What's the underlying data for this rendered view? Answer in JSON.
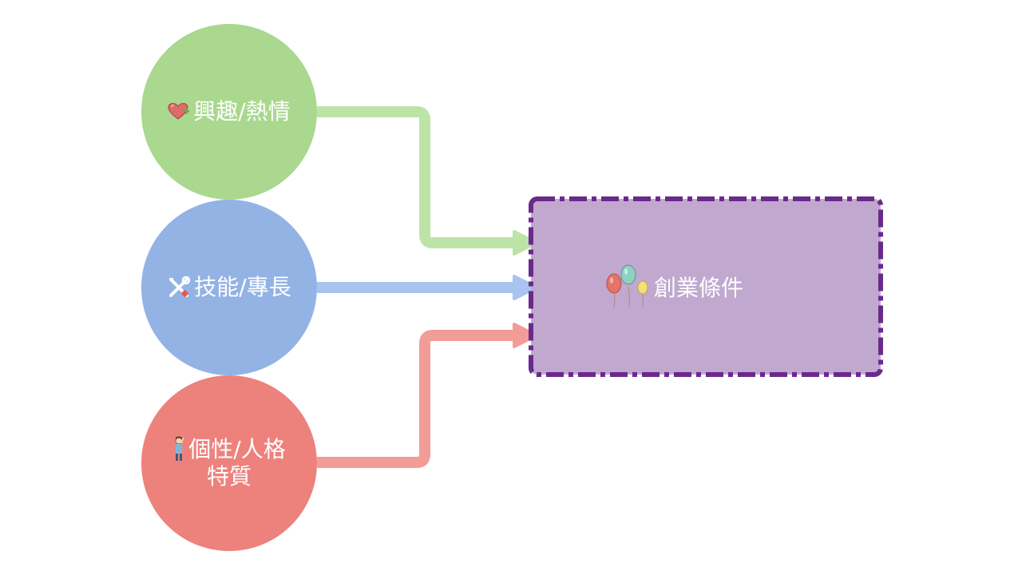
{
  "colors": {
    "interest": "#a9d88e",
    "interest_line": "#bde4a7",
    "skill": "#93b3e4",
    "skill_line": "#a8c4ef",
    "personality": "#ed827d",
    "personality_line": "#f29c98",
    "goal_fill": "#c1a8cf",
    "goal_border": "#6a2a8c"
  },
  "nodes": {
    "interest": {
      "label": "興趣/熱情",
      "icon": "heart-icon"
    },
    "skill": {
      "label": "技能/專長",
      "icon": "tools-icon"
    },
    "personality": {
      "label_line1": "個性/人格",
      "label_line2": "特質",
      "icon": "person-icon"
    }
  },
  "goal": {
    "label": "創業條件",
    "icon": "balloons-icon"
  }
}
